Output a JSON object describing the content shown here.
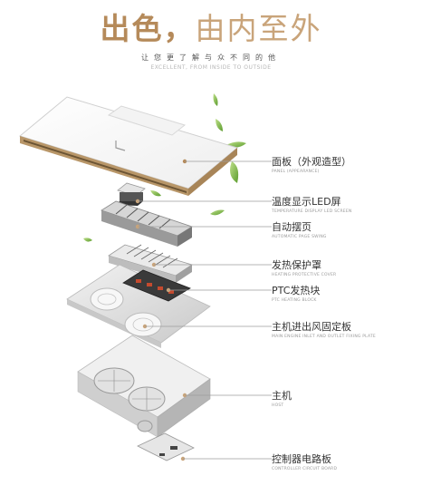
{
  "header": {
    "title_main": "出色，",
    "title_rest": "由内至外",
    "subtitle": "让您更了解与众不同的他",
    "subtitle_en": "EXCELLENT, FROM INSIDE TO OUTSIDE"
  },
  "accent_color": "#c9a47a",
  "labels": [
    {
      "zh": "面板（外观造型）",
      "en": "PANEL (APPEARANCE)"
    },
    {
      "zh": "温度显示LED屏",
      "en": "TEMPERATURE DISPLAY LED SCREEN"
    },
    {
      "zh": "自动摆页",
      "en": "AUTOMATIC PAGE SWING"
    },
    {
      "zh": "发热保护罩",
      "en": "HEATING PROTECTIVE COVER"
    },
    {
      "zh": "PTC发热块",
      "en": "PTC HEATING BLOCK"
    },
    {
      "zh": "主机进出风固定板",
      "en": "MAIN ENGINE INLET AND OUTLET FIXING PLATE"
    },
    {
      "zh": "主机",
      "en": "HOST"
    },
    {
      "zh": "控制器电路板",
      "en": "CONTROLLER CIRCUIT BOARD"
    }
  ]
}
